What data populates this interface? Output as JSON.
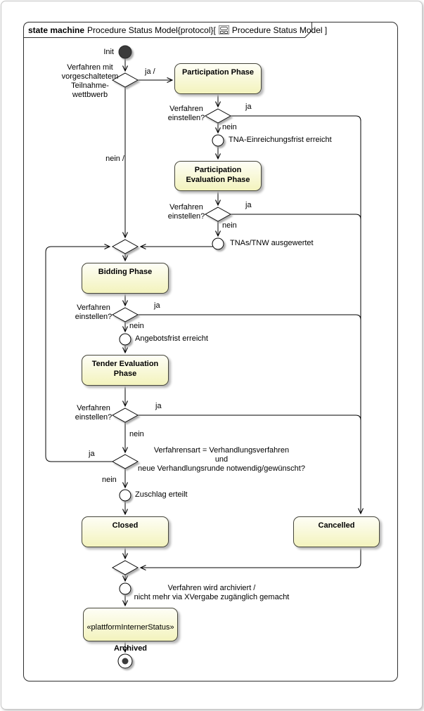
{
  "frame": {
    "kind": "state machine",
    "title": "Procedure Status Model{protocol}[",
    "diagram_ref": "Procedure Status Model ]"
  },
  "colors": {
    "state_fill_top": "#fefef6",
    "state_fill_bottom": "#f3f3bd",
    "state_border": "#45453a",
    "frame_border": "#2f2f2f",
    "edge": "#000000",
    "shadow": "#b9b9b9",
    "initial_node_fill": "#3a3a3a"
  },
  "icons": {
    "diagram_ref": "state-machine-diagram-icon"
  },
  "states": {
    "participation": "Participation Phase",
    "participation_evaluation": "Participation\nEvaluation Phase",
    "bidding": "Bidding Phase",
    "tender_evaluation": "Tender Evaluation\nPhase",
    "closed": "Closed",
    "cancelled": "Cancelled",
    "archived_stereotype": "«plattformInternerStatus»",
    "archived": "Archived"
  },
  "labels": {
    "init": "Init",
    "guard_teilnahmewettbewerb": "Verfahren mit\nvorgeschaltetem\nTeilnahme-\nwettbwerb",
    "ja_slash": "ja /",
    "nein_slash": "nein /",
    "ja": "ja",
    "nein": "nein",
    "verfahren_einstellen": "Verfahren\neinstellen?",
    "tna_einreichungsfrist": "TNA-Einreichungsfrist erreicht",
    "tnas_ausgewertet": "TNAs/TNW ausgewertet",
    "angebotsfrist": "Angebotsfrist erreicht",
    "guard_verhandlungsverfahren": "Verfahrensart = Verhandlungsverfahren\nund\nneue Verhandlungsrunde notwendig/gewünscht?",
    "zuschlag": "Zuschlag erteilt",
    "archivierung": "Verfahren wird archiviert /\nnicht mehr via XVergabe zugänglich gemacht"
  }
}
